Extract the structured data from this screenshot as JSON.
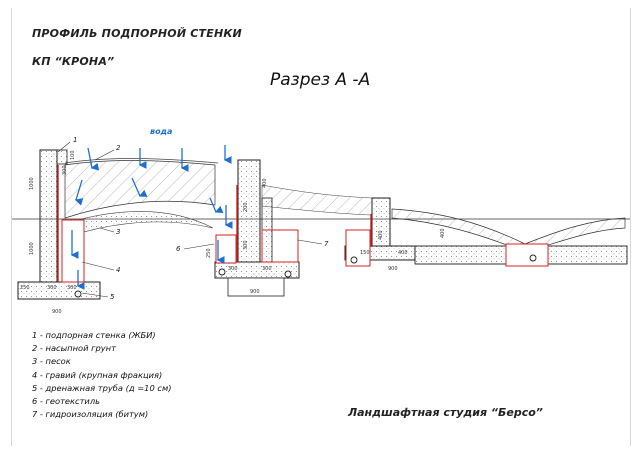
{
  "title": {
    "line1": "ПРОФИЛЬ ПОДПОРНОЙ  СТЕНКИ",
    "line2": "КП  “КРОНА”"
  },
  "section_title": "Разрез А -А",
  "water_label": "вода",
  "callouts": [
    "1",
    "2",
    "3",
    "4",
    "5",
    "6",
    "7"
  ],
  "dimensions": {
    "wall1_height": "1000",
    "wall1_lower": "1000",
    "wall1_top_a": "300",
    "wall1_top_b": "100",
    "base1_a": "250",
    "base1_b": "300",
    "base1_c": "300",
    "base1_width": "900",
    "wall2_height": "400",
    "wall2_top": "300",
    "wall2_thick": "200",
    "wall2_base_a": "300",
    "wall2_base_b": "300",
    "wall2_base_width": "900",
    "wall2_gravel": "250",
    "wall3_height": "400",
    "wall3_base_a": "150",
    "wall3_base_b": "400",
    "wall3_base_width": "900",
    "right_height": "400"
  },
  "legend": [
    "1 -  подпорная стенка  (ЖБИ)",
    "2 -  насыпной грунт",
    "3 -  песок",
    "4 -  гравий  (крупная фракция)",
    "5 -  дренажная труба  (д =10 см)",
    "6 -  геотекстиль",
    "7 -  гидроизоляция  (битум)"
  ],
  "studio": "Ландшафтная студия  “Берсо”",
  "colors": {
    "water_arrow": "#1f6fd1",
    "waterproofing": "#d42020",
    "outline": "#222222",
    "geotextile": "#d42020"
  }
}
